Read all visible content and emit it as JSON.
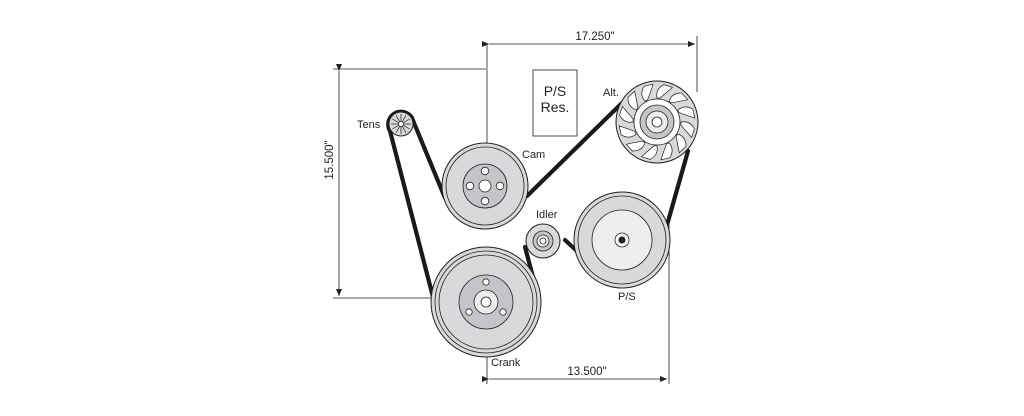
{
  "labels": {
    "tens": "Tens",
    "cam": "Cam",
    "alt": "Alt.",
    "idler": "Idler",
    "ps": "P/S",
    "crank": "Crank",
    "ps_res_line1": "P/S",
    "ps_res_line2": "Res."
  },
  "dimensions": {
    "top_width": "17.250\"",
    "bottom_width": "13.500\"",
    "left_height": "15.500\""
  },
  "colors": {
    "belt": "#1a1a1a",
    "pulley_fill": "#d8d9db",
    "line": "#231f20"
  }
}
